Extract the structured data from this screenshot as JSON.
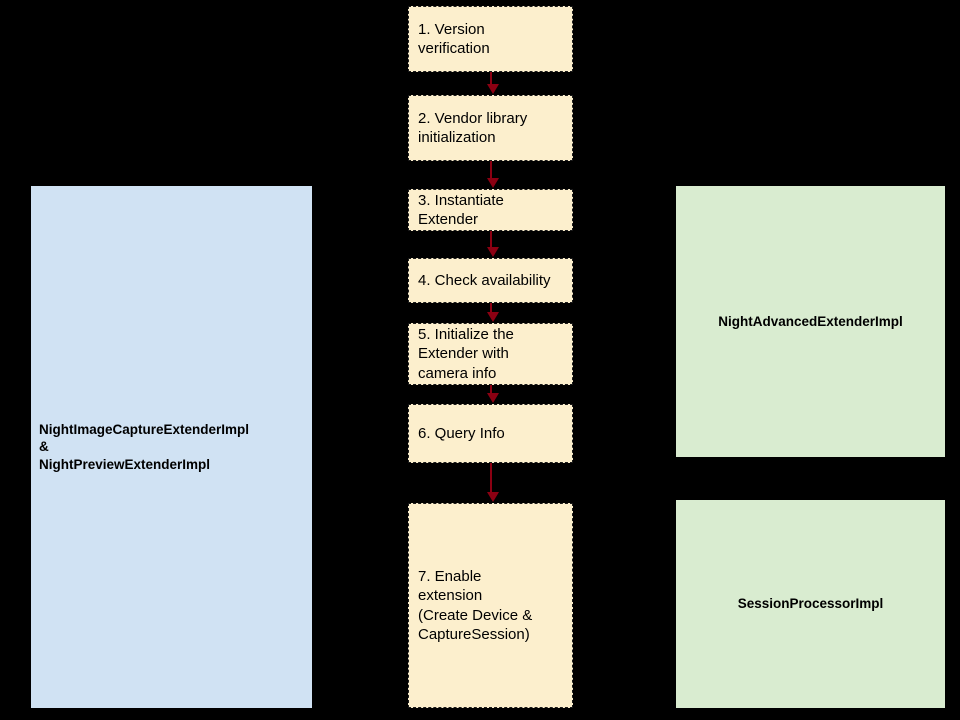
{
  "diagram": {
    "background_color": "#000000",
    "accent_arrow_color": "#8b0012",
    "step_fill_color": "#fcefcd",
    "left_panel_color": "#d0e2f3",
    "right_panel_color": "#d9ecd0",
    "steps": [
      {
        "id": "step-1",
        "label": "1. Version\nverification"
      },
      {
        "id": "step-2",
        "label": "2. Vendor library\ninitialization"
      },
      {
        "id": "step-3",
        "label": "3. Instantiate\nExtender"
      },
      {
        "id": "step-4",
        "label": "4. Check availability"
      },
      {
        "id": "step-5",
        "label": "5. Initialize the\nExtender with\ncamera info"
      },
      {
        "id": "step-6",
        "label": "6. Query Info"
      },
      {
        "id": "step-7",
        "label": "7. Enable\nextension\n(Create Device &\nCaptureSession)"
      }
    ],
    "left_panels": [
      {
        "id": "night-basic-extenders",
        "label": "NightImageCaptureExtenderImpl\n&\nNightPreviewExtenderImpl"
      }
    ],
    "right_panels": [
      {
        "id": "night-advanced-extender",
        "label": "NightAdvancedExtenderImpl"
      },
      {
        "id": "session-processor",
        "label": "SessionProcessorImpl"
      }
    ]
  }
}
